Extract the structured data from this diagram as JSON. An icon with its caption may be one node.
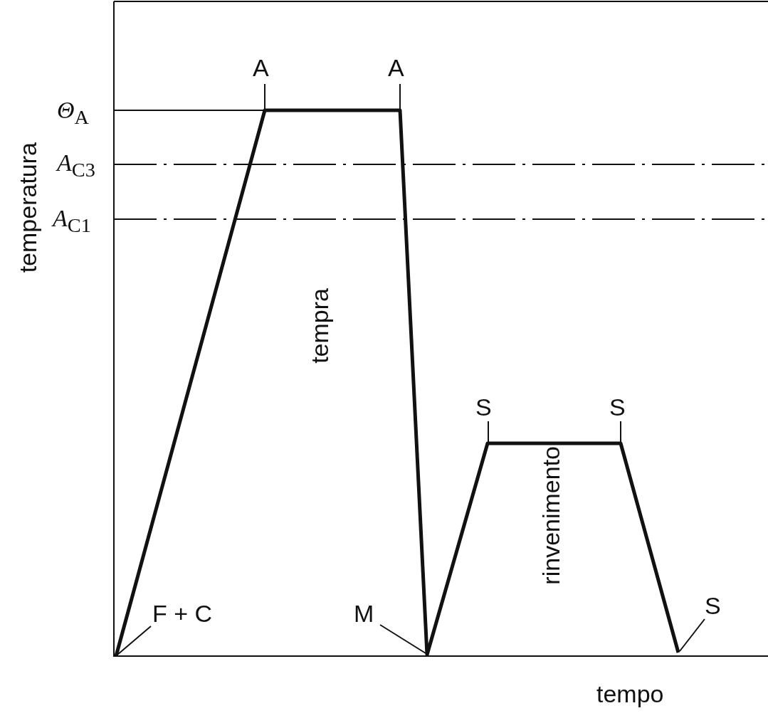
{
  "diagram": {
    "nodes": [
      {
        "text": [
          "A"
        ]
      },
      {
        "text": [
          "A"
        ]
      },
      {
        "text": [
          "S"
        ]
      },
      {
        "text": [
          "S"
        ]
      },
      {
        "text": [
          "F + C"
        ]
      },
      {
        "text": [
          "M"
        ]
      },
      {
        "text": [
          "S"
        ]
      }
    ],
    "edges": [
      {
        "from": 0,
        "to": null,
        "arrow": "none"
      },
      {
        "from": 1,
        "to": null,
        "arrow": "none"
      },
      {
        "from": 2,
        "to": null,
        "arrow": "none"
      },
      {
        "from": 3,
        "to": null,
        "arrow": "none"
      },
      {
        "from": 4,
        "to": null,
        "arrow": "none"
      },
      {
        "from": 5,
        "to": null,
        "arrow": "none"
      },
      {
        "from": 6,
        "to": null,
        "arrow": "none"
      }
    ],
    "labels": [
      "*Θ*$_{A}$",
      "*A*$_{C3}$",
      "*A*$_{C1}$",
      "temperatura",
      "tempra",
      "rinvenimento",
      "tempo"
    ]
  }
}
